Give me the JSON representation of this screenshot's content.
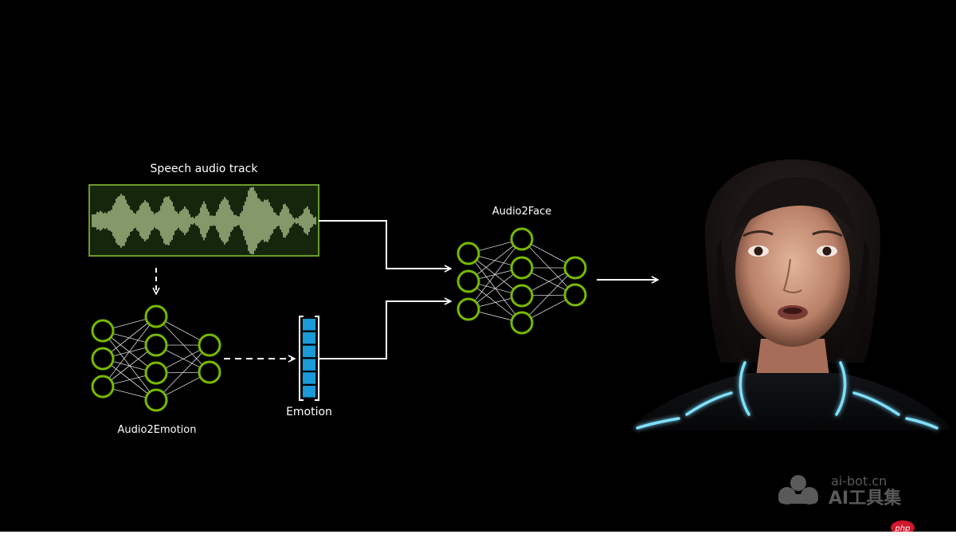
{
  "labels": {
    "speech_audio_track": "Speech audio track",
    "audio2emotion": "Audio2Emotion",
    "emotion": "Emotion",
    "audio2face": "Audio2Face"
  },
  "watermark": {
    "domain": "ai-bot.cn",
    "brand": "AI工具集",
    "badge": "php"
  },
  "colors": {
    "background": "#000000",
    "node_green": "#76b900",
    "waveform_fill": "#16260d",
    "waveform_border": "#6a9a28",
    "wave": "#c4dca0",
    "emotion_cells": "#1a9bd8",
    "arrows": "#ffffff",
    "text": "#ffffff",
    "watermark": "#5a5a5a",
    "badge": "#d0172b"
  },
  "icons": {
    "logo": "cloud-logo-icon",
    "avatar": "digital-avatar-face"
  }
}
